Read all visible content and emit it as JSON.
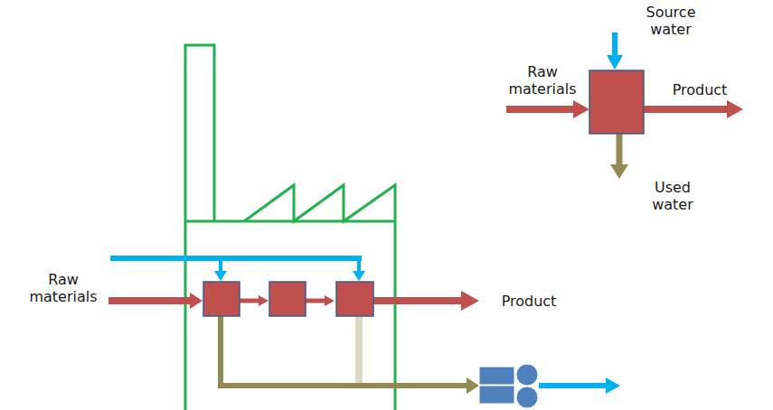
{
  "diagram": {
    "labels": [
      "Source water",
      "Raw materials",
      "Product",
      "Used water",
      "Raw materials",
      "Product"
    ]
  }
}
